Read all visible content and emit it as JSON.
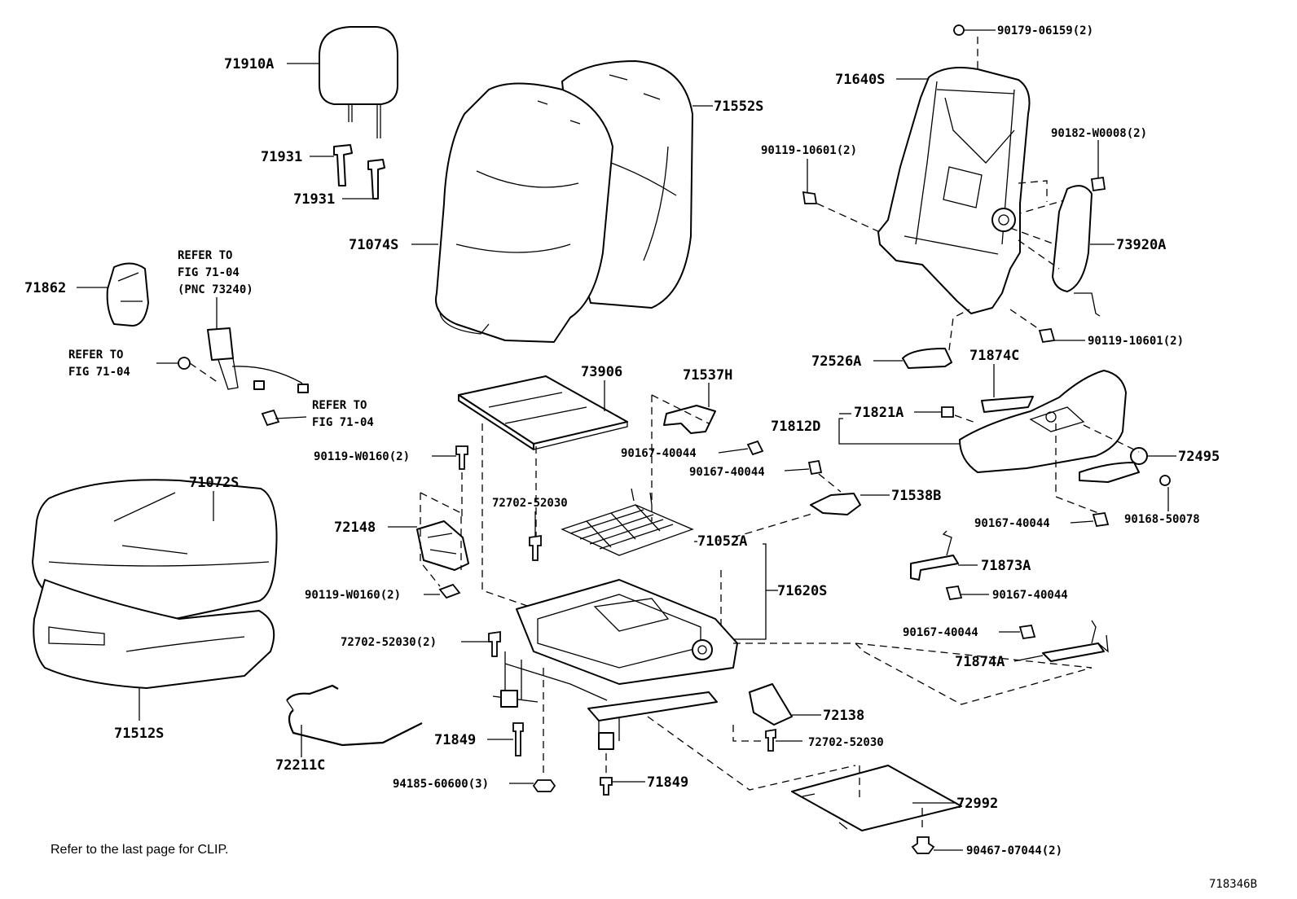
{
  "diagram_id": "718346B",
  "footer_note": "Refer to the last page for CLIP.",
  "labels": {
    "p71910A": "71910A",
    "p71931a": "71931",
    "p71931b": "71931",
    "p71552S": "71552S",
    "p71074S": "71074S",
    "p71862": "71862",
    "ref_belt_1": "REFER TO",
    "ref_belt_2": "FIG 71-04",
    "ref_belt_3": "(PNC 73240)",
    "ref_left_1": "REFER TO",
    "ref_left_2": "FIG 71-04",
    "ref_right_1": "REFER TO",
    "ref_right_2": "FIG 71-04",
    "p90119W0160a": "90119-W0160(2)",
    "p90119W0160b": "90119-W0160(2)",
    "p71072S": "71072S",
    "p71512S": "71512S",
    "p72148": "72148",
    "p73906": "73906",
    "p71537H": "71537H",
    "p90167a": "90167-40044",
    "p90167b": "90167-40044",
    "p71538B": "71538B",
    "p72702a": "72702-52030",
    "p71052A": "71052A",
    "p71620S": "71620S",
    "p72702b": "72702-52030(2)",
    "p71849a": "71849",
    "p71849b": "71849",
    "p72211C": "72211C",
    "p94185": "94185-60600(3)",
    "p72138": "72138",
    "p72702c": "72702-52030",
    "p72992": "72992",
    "p90467": "90467-07044(2)",
    "p90179": "90179-06159(2)",
    "p71640S": "71640S",
    "p90182": "90182-W0008(2)",
    "p90119_10601a": "90119-10601(2)",
    "p73920A": "73920A",
    "p90119_10601b": "90119-10601(2)",
    "p72526A": "72526A",
    "p71874C": "71874C",
    "p71812D": "71812D",
    "p71821A": "71821A",
    "p72495": "72495",
    "p90167c": "90167-40044",
    "p90168": "90168-50078",
    "p71873A": "71873A",
    "p90167d": "90167-40044",
    "p90167e": "90167-40044",
    "p71874A": "71874A"
  }
}
